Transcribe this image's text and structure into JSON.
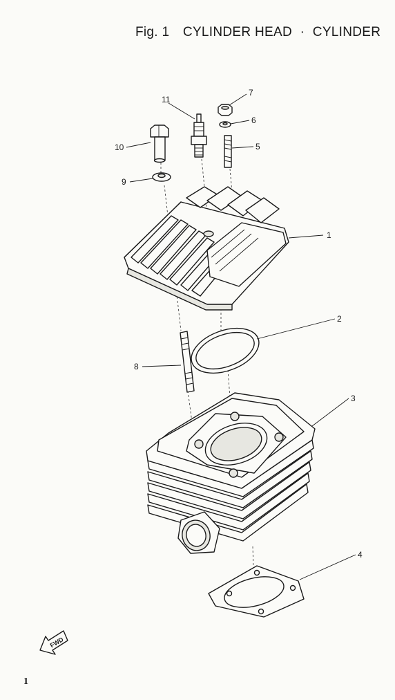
{
  "figure": {
    "number": "Fig. 1",
    "part1": "CYLINDER HEAD",
    "separator": "·",
    "part2": "CYLINDER"
  },
  "callouts": [
    {
      "id": "c1",
      "label": "1"
    },
    {
      "id": "c2",
      "label": "2"
    },
    {
      "id": "c3",
      "label": "3"
    },
    {
      "id": "c4",
      "label": "4"
    },
    {
      "id": "c5",
      "label": "5"
    },
    {
      "id": "c6",
      "label": "6"
    },
    {
      "id": "c7",
      "label": "7"
    },
    {
      "id": "c8",
      "label": "8"
    },
    {
      "id": "c9",
      "label": "9"
    },
    {
      "id": "c10",
      "label": "10"
    },
    {
      "id": "c11",
      "label": "11"
    }
  ],
  "fwd_label": "FWD",
  "page_number": "1",
  "colors": {
    "ink": "#1b1b1b",
    "paper": "#fbfbf8"
  }
}
